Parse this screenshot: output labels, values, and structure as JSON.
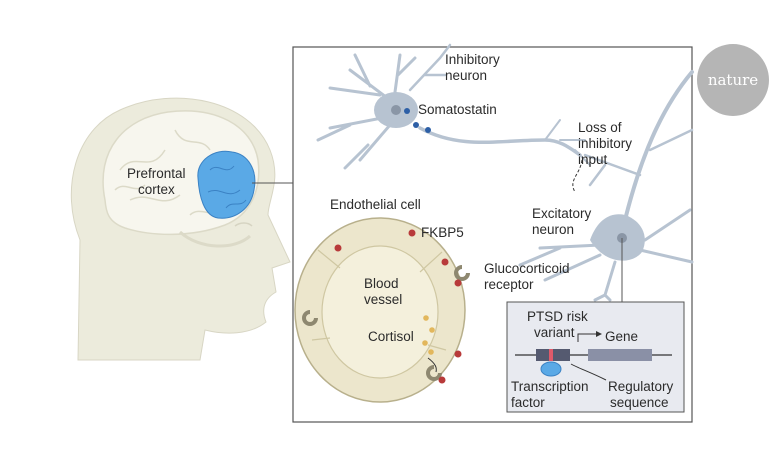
{
  "logo": {
    "text": "nature"
  },
  "head": {
    "region_label_line1": "Prefrontal",
    "region_label_line2": "cortex"
  },
  "neurons": {
    "inhibitory_line1": "Inhibitory",
    "inhibitory_line2": "neuron",
    "somatostatin": "Somatostatin",
    "loss_line1": "Loss of",
    "loss_line2": "inhibitory",
    "loss_line3": "input",
    "excitatory_line1": "Excitatory",
    "excitatory_line2": "neuron"
  },
  "vessel": {
    "endothelial": "Endothelial cell",
    "fkbp5": "FKBP5",
    "blood_line1": "Blood",
    "blood_line2": "vessel",
    "cortisol": "Cortisol",
    "gr_line1": "Glucocorticoid",
    "gr_line2": "receptor"
  },
  "gene_box": {
    "variant_line1": "PTSD risk",
    "variant_line2": "variant",
    "gene": "Gene",
    "tf_line1": "Transcription",
    "tf_line2": "factor",
    "reg_line1": "Regulatory",
    "reg_line2": "sequence"
  },
  "colors": {
    "cortex": "#5aa9e6",
    "head_fill": "#ecebdc",
    "neuron": "#b7c3d1",
    "vessel": "#ece6cc",
    "fkbp5_dot": "#b83a3a",
    "cortisol_dot": "#e2b75c",
    "somatostatin_dot": "#2d5fa6"
  }
}
